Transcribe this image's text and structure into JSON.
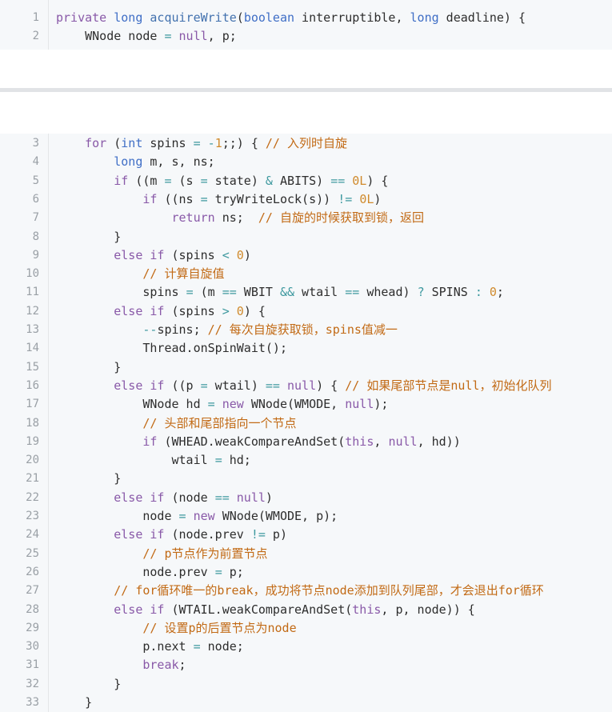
{
  "colors": {
    "background": "#f6f8fa",
    "keyword": "#8959a8",
    "type": "#3f6ec6",
    "function": "#4271ae",
    "operator": "#3e999f",
    "number": "#d08a2c",
    "comment": "#c26a15",
    "text": "#2d2d2d",
    "line_number": "#9aa0a6"
  },
  "top_block": {
    "lines": [
      {
        "n": "1",
        "tokens": [
          [
            "kw",
            "private"
          ],
          [
            "pl",
            " "
          ],
          [
            "ty",
            "long"
          ],
          [
            "pl",
            " "
          ],
          [
            "fn",
            "acquireWrite"
          ],
          [
            "pl",
            "("
          ],
          [
            "ty",
            "boolean"
          ],
          [
            "pl",
            " interruptible, "
          ],
          [
            "ty",
            "long"
          ],
          [
            "pl",
            " deadline) {"
          ]
        ]
      },
      {
        "n": "2",
        "tokens": [
          [
            "pl",
            "    WNode node "
          ],
          [
            "op",
            "="
          ],
          [
            "pl",
            " "
          ],
          [
            "kw",
            "null"
          ],
          [
            "pl",
            ", p;"
          ]
        ]
      }
    ]
  },
  "bottom_block": {
    "lines": [
      {
        "n": "3",
        "tokens": [
          [
            "pl",
            "    "
          ],
          [
            "kw",
            "for"
          ],
          [
            "pl",
            " ("
          ],
          [
            "ty",
            "int"
          ],
          [
            "pl",
            " spins "
          ],
          [
            "op",
            "="
          ],
          [
            "pl",
            " "
          ],
          [
            "op",
            "-"
          ],
          [
            "nu",
            "1"
          ],
          [
            "pl",
            ";;) { "
          ],
          [
            "cm",
            "// 入列时自旋"
          ]
        ]
      },
      {
        "n": "4",
        "tokens": [
          [
            "pl",
            "        "
          ],
          [
            "ty",
            "long"
          ],
          [
            "pl",
            " m, s, ns;"
          ]
        ]
      },
      {
        "n": "5",
        "tokens": [
          [
            "pl",
            "        "
          ],
          [
            "kw",
            "if"
          ],
          [
            "pl",
            " ((m "
          ],
          [
            "op",
            "="
          ],
          [
            "pl",
            " (s "
          ],
          [
            "op",
            "="
          ],
          [
            "pl",
            " state) "
          ],
          [
            "op",
            "&"
          ],
          [
            "pl",
            " ABITS) "
          ],
          [
            "op",
            "=="
          ],
          [
            "pl",
            " "
          ],
          [
            "nu",
            "0L"
          ],
          [
            "pl",
            ") {"
          ]
        ]
      },
      {
        "n": "6",
        "tokens": [
          [
            "pl",
            "            "
          ],
          [
            "kw",
            "if"
          ],
          [
            "pl",
            " ((ns "
          ],
          [
            "op",
            "="
          ],
          [
            "pl",
            " tryWriteLock(s)) "
          ],
          [
            "op",
            "!="
          ],
          [
            "pl",
            " "
          ],
          [
            "nu",
            "0L"
          ],
          [
            "pl",
            ")"
          ]
        ]
      },
      {
        "n": "7",
        "tokens": [
          [
            "pl",
            "                "
          ],
          [
            "kw",
            "return"
          ],
          [
            "pl",
            " ns;  "
          ],
          [
            "cm",
            "// 自旋的时候获取到锁，返回"
          ]
        ]
      },
      {
        "n": "8",
        "tokens": [
          [
            "pl",
            "        }"
          ]
        ]
      },
      {
        "n": "9",
        "tokens": [
          [
            "pl",
            "        "
          ],
          [
            "kw",
            "else"
          ],
          [
            "pl",
            " "
          ],
          [
            "kw",
            "if"
          ],
          [
            "pl",
            " (spins "
          ],
          [
            "op",
            "<"
          ],
          [
            "pl",
            " "
          ],
          [
            "nu",
            "0"
          ],
          [
            "pl",
            ")"
          ]
        ]
      },
      {
        "n": "10",
        "tokens": [
          [
            "pl",
            "            "
          ],
          [
            "cm",
            "// 计算自旋值"
          ]
        ]
      },
      {
        "n": "11",
        "tokens": [
          [
            "pl",
            "            spins "
          ],
          [
            "op",
            "="
          ],
          [
            "pl",
            " (m "
          ],
          [
            "op",
            "=="
          ],
          [
            "pl",
            " WBIT "
          ],
          [
            "op",
            "&&"
          ],
          [
            "pl",
            " wtail "
          ],
          [
            "op",
            "=="
          ],
          [
            "pl",
            " whead) "
          ],
          [
            "op",
            "?"
          ],
          [
            "pl",
            " SPINS "
          ],
          [
            "op",
            ":"
          ],
          [
            "pl",
            " "
          ],
          [
            "nu",
            "0"
          ],
          [
            "pl",
            ";"
          ]
        ]
      },
      {
        "n": "12",
        "tokens": [
          [
            "pl",
            "        "
          ],
          [
            "kw",
            "else"
          ],
          [
            "pl",
            " "
          ],
          [
            "kw",
            "if"
          ],
          [
            "pl",
            " (spins "
          ],
          [
            "op",
            ">"
          ],
          [
            "pl",
            " "
          ],
          [
            "nu",
            "0"
          ],
          [
            "pl",
            ") {"
          ]
        ]
      },
      {
        "n": "13",
        "tokens": [
          [
            "pl",
            "            "
          ],
          [
            "op",
            "--"
          ],
          [
            "pl",
            "spins; "
          ],
          [
            "cm",
            "// 每次自旋获取锁，spins值减一"
          ]
        ]
      },
      {
        "n": "14",
        "tokens": [
          [
            "pl",
            "            Thread.onSpinWait();"
          ]
        ]
      },
      {
        "n": "15",
        "tokens": [
          [
            "pl",
            "        }"
          ]
        ]
      },
      {
        "n": "16",
        "tokens": [
          [
            "pl",
            "        "
          ],
          [
            "kw",
            "else"
          ],
          [
            "pl",
            " "
          ],
          [
            "kw",
            "if"
          ],
          [
            "pl",
            " ((p "
          ],
          [
            "op",
            "="
          ],
          [
            "pl",
            " wtail) "
          ],
          [
            "op",
            "=="
          ],
          [
            "pl",
            " "
          ],
          [
            "kw",
            "null"
          ],
          [
            "pl",
            ") { "
          ],
          [
            "cm",
            "// 如果尾部节点是null，初始化队列"
          ]
        ]
      },
      {
        "n": "17",
        "tokens": [
          [
            "pl",
            "            WNode hd "
          ],
          [
            "op",
            "="
          ],
          [
            "pl",
            " "
          ],
          [
            "kw",
            "new"
          ],
          [
            "pl",
            " WNode(WMODE, "
          ],
          [
            "kw",
            "null"
          ],
          [
            "pl",
            ");"
          ]
        ]
      },
      {
        "n": "18",
        "tokens": [
          [
            "pl",
            "            "
          ],
          [
            "cm",
            "// 头部和尾部指向一个节点"
          ]
        ]
      },
      {
        "n": "19",
        "tokens": [
          [
            "pl",
            "            "
          ],
          [
            "kw",
            "if"
          ],
          [
            "pl",
            " (WHEAD.weakCompareAndSet("
          ],
          [
            "kw",
            "this"
          ],
          [
            "pl",
            ", "
          ],
          [
            "kw",
            "null"
          ],
          [
            "pl",
            ", hd))"
          ]
        ]
      },
      {
        "n": "20",
        "tokens": [
          [
            "pl",
            "                wtail "
          ],
          [
            "op",
            "="
          ],
          [
            "pl",
            " hd;"
          ]
        ]
      },
      {
        "n": "21",
        "tokens": [
          [
            "pl",
            "        }"
          ]
        ]
      },
      {
        "n": "22",
        "tokens": [
          [
            "pl",
            "        "
          ],
          [
            "kw",
            "else"
          ],
          [
            "pl",
            " "
          ],
          [
            "kw",
            "if"
          ],
          [
            "pl",
            " (node "
          ],
          [
            "op",
            "=="
          ],
          [
            "pl",
            " "
          ],
          [
            "kw",
            "null"
          ],
          [
            "pl",
            ")"
          ]
        ]
      },
      {
        "n": "23",
        "tokens": [
          [
            "pl",
            "            node "
          ],
          [
            "op",
            "="
          ],
          [
            "pl",
            " "
          ],
          [
            "kw",
            "new"
          ],
          [
            "pl",
            " WNode(WMODE, p);"
          ]
        ]
      },
      {
        "n": "24",
        "tokens": [
          [
            "pl",
            "        "
          ],
          [
            "kw",
            "else"
          ],
          [
            "pl",
            " "
          ],
          [
            "kw",
            "if"
          ],
          [
            "pl",
            " (node.prev "
          ],
          [
            "op",
            "!="
          ],
          [
            "pl",
            " p)"
          ]
        ]
      },
      {
        "n": "25",
        "tokens": [
          [
            "pl",
            "            "
          ],
          [
            "cm",
            "// p节点作为前置节点"
          ]
        ]
      },
      {
        "n": "26",
        "tokens": [
          [
            "pl",
            "            node.prev "
          ],
          [
            "op",
            "="
          ],
          [
            "pl",
            " p;"
          ]
        ]
      },
      {
        "n": "27",
        "tokens": [
          [
            "pl",
            "        "
          ],
          [
            "cm",
            "// for循环唯一的break，成功将节点node添加到队列尾部，才会退出for循环"
          ]
        ]
      },
      {
        "n": "28",
        "tokens": [
          [
            "pl",
            "        "
          ],
          [
            "kw",
            "else"
          ],
          [
            "pl",
            " "
          ],
          [
            "kw",
            "if"
          ],
          [
            "pl",
            " (WTAIL.weakCompareAndSet("
          ],
          [
            "kw",
            "this"
          ],
          [
            "pl",
            ", p, node)) {"
          ]
        ]
      },
      {
        "n": "29",
        "tokens": [
          [
            "pl",
            "            "
          ],
          [
            "cm",
            "// 设置p的后置节点为node"
          ]
        ]
      },
      {
        "n": "30",
        "tokens": [
          [
            "pl",
            "            p.next "
          ],
          [
            "op",
            "="
          ],
          [
            "pl",
            " node;"
          ]
        ]
      },
      {
        "n": "31",
        "tokens": [
          [
            "pl",
            "            "
          ],
          [
            "kw",
            "break"
          ],
          [
            "pl",
            ";"
          ]
        ]
      },
      {
        "n": "32",
        "tokens": [
          [
            "pl",
            "        }"
          ]
        ]
      },
      {
        "n": "33",
        "tokens": [
          [
            "pl",
            "    }"
          ]
        ]
      }
    ]
  }
}
